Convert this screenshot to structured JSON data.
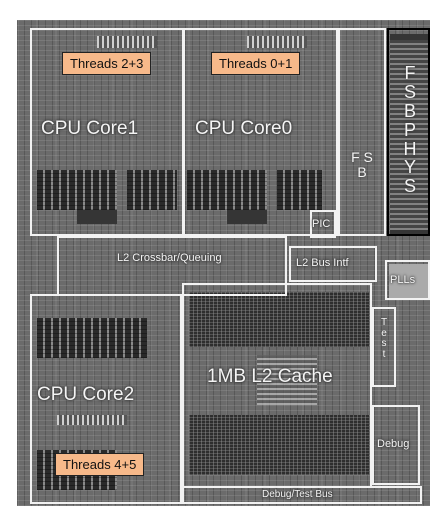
{
  "labels": {
    "core1": "CPU Core1",
    "core0": "CPU Core0",
    "core2": "CPU Core2",
    "fsb": "F S B",
    "fsb_phys": "F S B P H Y S",
    "pic": "PIC",
    "crossbar": "L2 Crossbar/Queuing",
    "l2_bus": "L2 Bus Intf",
    "plls": "PLLs",
    "test": "T e s t",
    "l2_cache": "1MB L2 Cache",
    "debug": "Debug",
    "debug_test_bus": "Debug/Test Bus"
  },
  "threads": {
    "core1": "Threads 2+3",
    "core0": "Threads 0+1",
    "core2": "Threads 4+5"
  },
  "colors": {
    "thread_badge": "#f7b98a",
    "block_outline": "#f2f2f2"
  }
}
